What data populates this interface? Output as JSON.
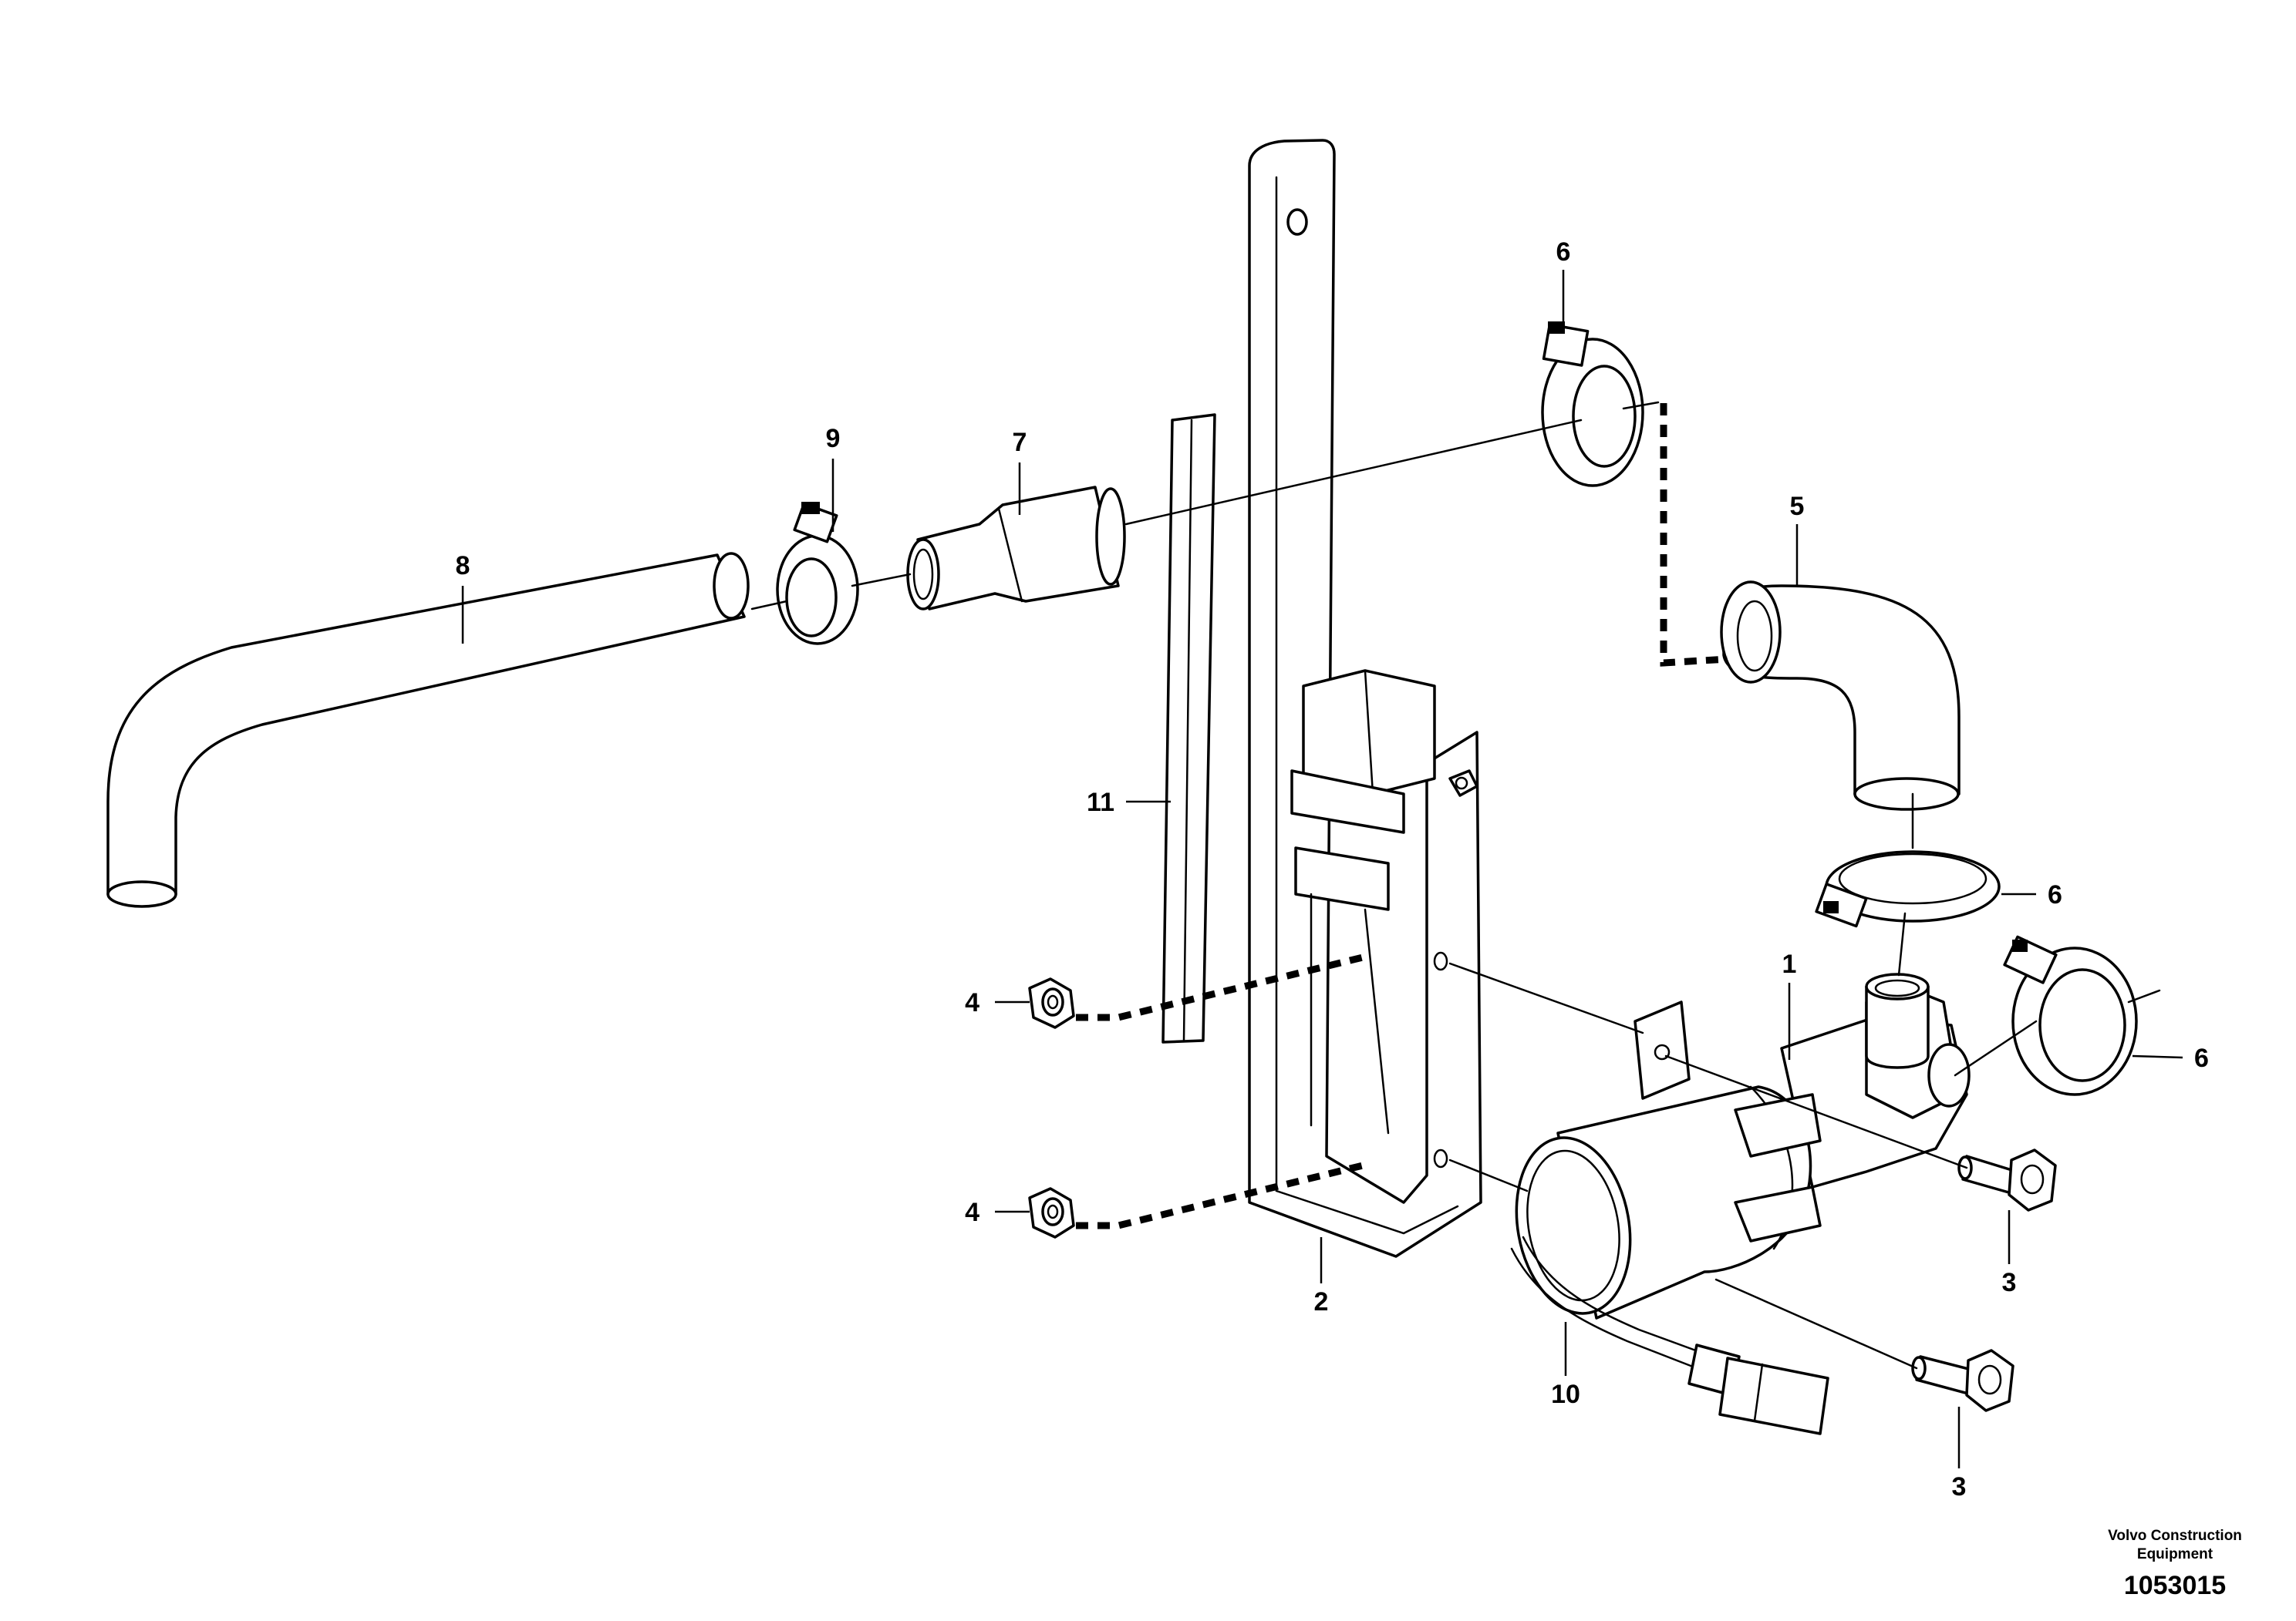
{
  "callouts": {
    "c1": "1",
    "c2": "2",
    "c3a": "3",
    "c3b": "3",
    "c4a": "4",
    "c4b": "4",
    "c5": "5",
    "c6a": "6",
    "c6b": "6",
    "c6c": "6",
    "c7": "7",
    "c8": "8",
    "c9": "9",
    "c10": "10",
    "c11": "11"
  },
  "footer": {
    "brand_line1": "Volvo Construction",
    "brand_line2": "Equipment",
    "document_number": "1053015"
  }
}
